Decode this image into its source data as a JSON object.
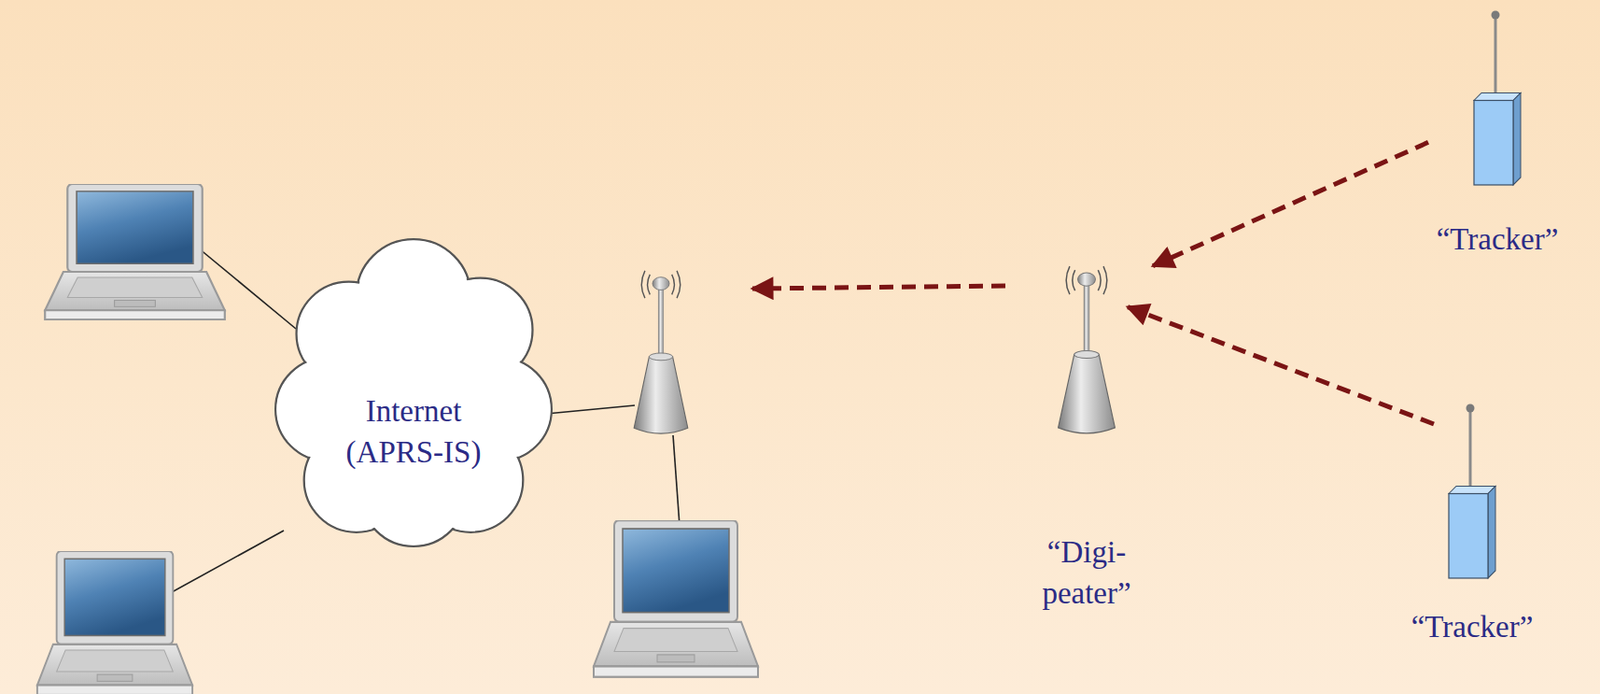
{
  "diagram": {
    "nodes": [
      {
        "text": [
          "Internet (APRS-IS)"
        ]
      },
      {
        "text": [
          "“Digi- peater”"
        ]
      },
      {
        "text": [
          "“Tracker”"
        ]
      },
      {
        "text": [
          "“Tracker”"
        ]
      }
    ],
    "edges": [
      {
        "from": 2,
        "to": 1,
        "arrow": "to"
      },
      {
        "from": 3,
        "to": 1,
        "arrow": "to"
      }
    ]
  }
}
